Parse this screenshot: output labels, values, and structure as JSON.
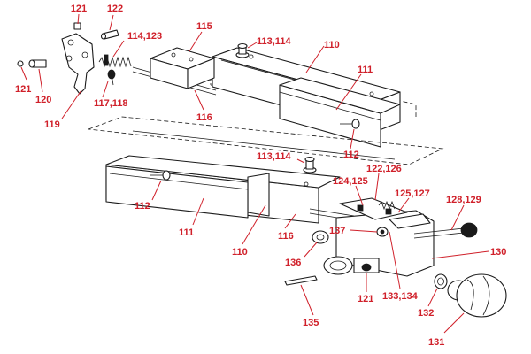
{
  "colors": {
    "callout": "#d0202a",
    "ink": "#1a1a1a"
  },
  "callouts": [
    {
      "id": "c121a",
      "text": "121"
    },
    {
      "id": "c122",
      "text": "122"
    },
    {
      "id": "c114_123",
      "text": "114,123"
    },
    {
      "id": "c115",
      "text": "115"
    },
    {
      "id": "c113_114a",
      "text": "113,114"
    },
    {
      "id": "c110a",
      "text": "110"
    },
    {
      "id": "c121b",
      "text": "121"
    },
    {
      "id": "c120",
      "text": "120"
    },
    {
      "id": "c119",
      "text": "119"
    },
    {
      "id": "c117_118",
      "text": "117,118"
    },
    {
      "id": "c116a",
      "text": "116"
    },
    {
      "id": "c111a",
      "text": "111"
    },
    {
      "id": "c112a",
      "text": "112"
    },
    {
      "id": "c113_114b",
      "text": "113,114"
    },
    {
      "id": "c122_126",
      "text": "122,126"
    },
    {
      "id": "c124_125",
      "text": "124,125"
    },
    {
      "id": "c125_127",
      "text": "125,127"
    },
    {
      "id": "c128_129",
      "text": "128,129"
    },
    {
      "id": "c112b",
      "text": "112"
    },
    {
      "id": "c111b",
      "text": "111"
    },
    {
      "id": "c116b",
      "text": "116"
    },
    {
      "id": "c137",
      "text": "137"
    },
    {
      "id": "c130",
      "text": "130"
    },
    {
      "id": "c110b",
      "text": "110"
    },
    {
      "id": "c136",
      "text": "136"
    },
    {
      "id": "c121c",
      "text": "121"
    },
    {
      "id": "c133_134",
      "text": "133,134"
    },
    {
      "id": "c132",
      "text": "132"
    },
    {
      "id": "c135",
      "text": "135"
    },
    {
      "id": "c131",
      "text": "131"
    }
  ]
}
